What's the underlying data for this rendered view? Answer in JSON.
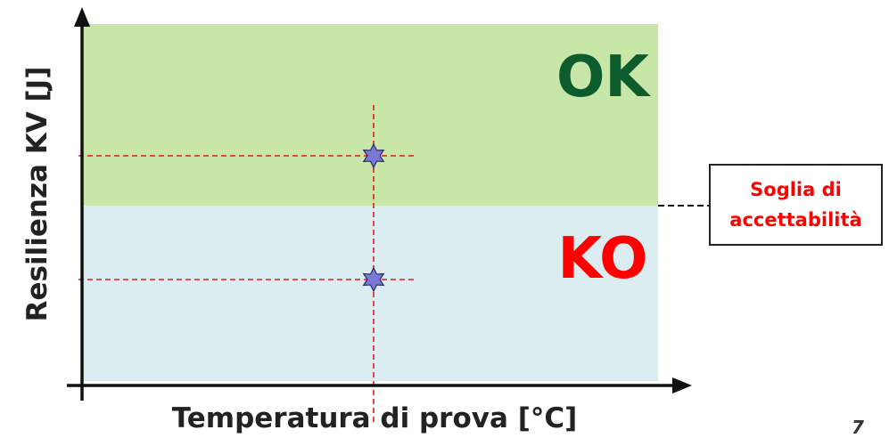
{
  "diagram": {
    "y_axis_label": "Resilienza KV [J]",
    "x_axis_label": "Temperatura di prova [°C]",
    "zones": {
      "ok": {
        "label": "OK",
        "fill": "#c9e6a9",
        "text_color": "#0d5c2e"
      },
      "ko": {
        "label": "KO",
        "fill": "#dcedf2",
        "text_color": "#ff0000"
      }
    },
    "threshold": {
      "line1": "Soglia di",
      "line2": "accettabilità",
      "text_color": "#ff0000"
    },
    "markers": [
      {
        "name": "point-above-threshold",
        "zone": "ok"
      },
      {
        "name": "point-below-threshold",
        "zone": "ko"
      }
    ],
    "marker_color": "#7b78d6",
    "guide_color": "#e01b1b"
  },
  "page": {
    "number": "7"
  }
}
